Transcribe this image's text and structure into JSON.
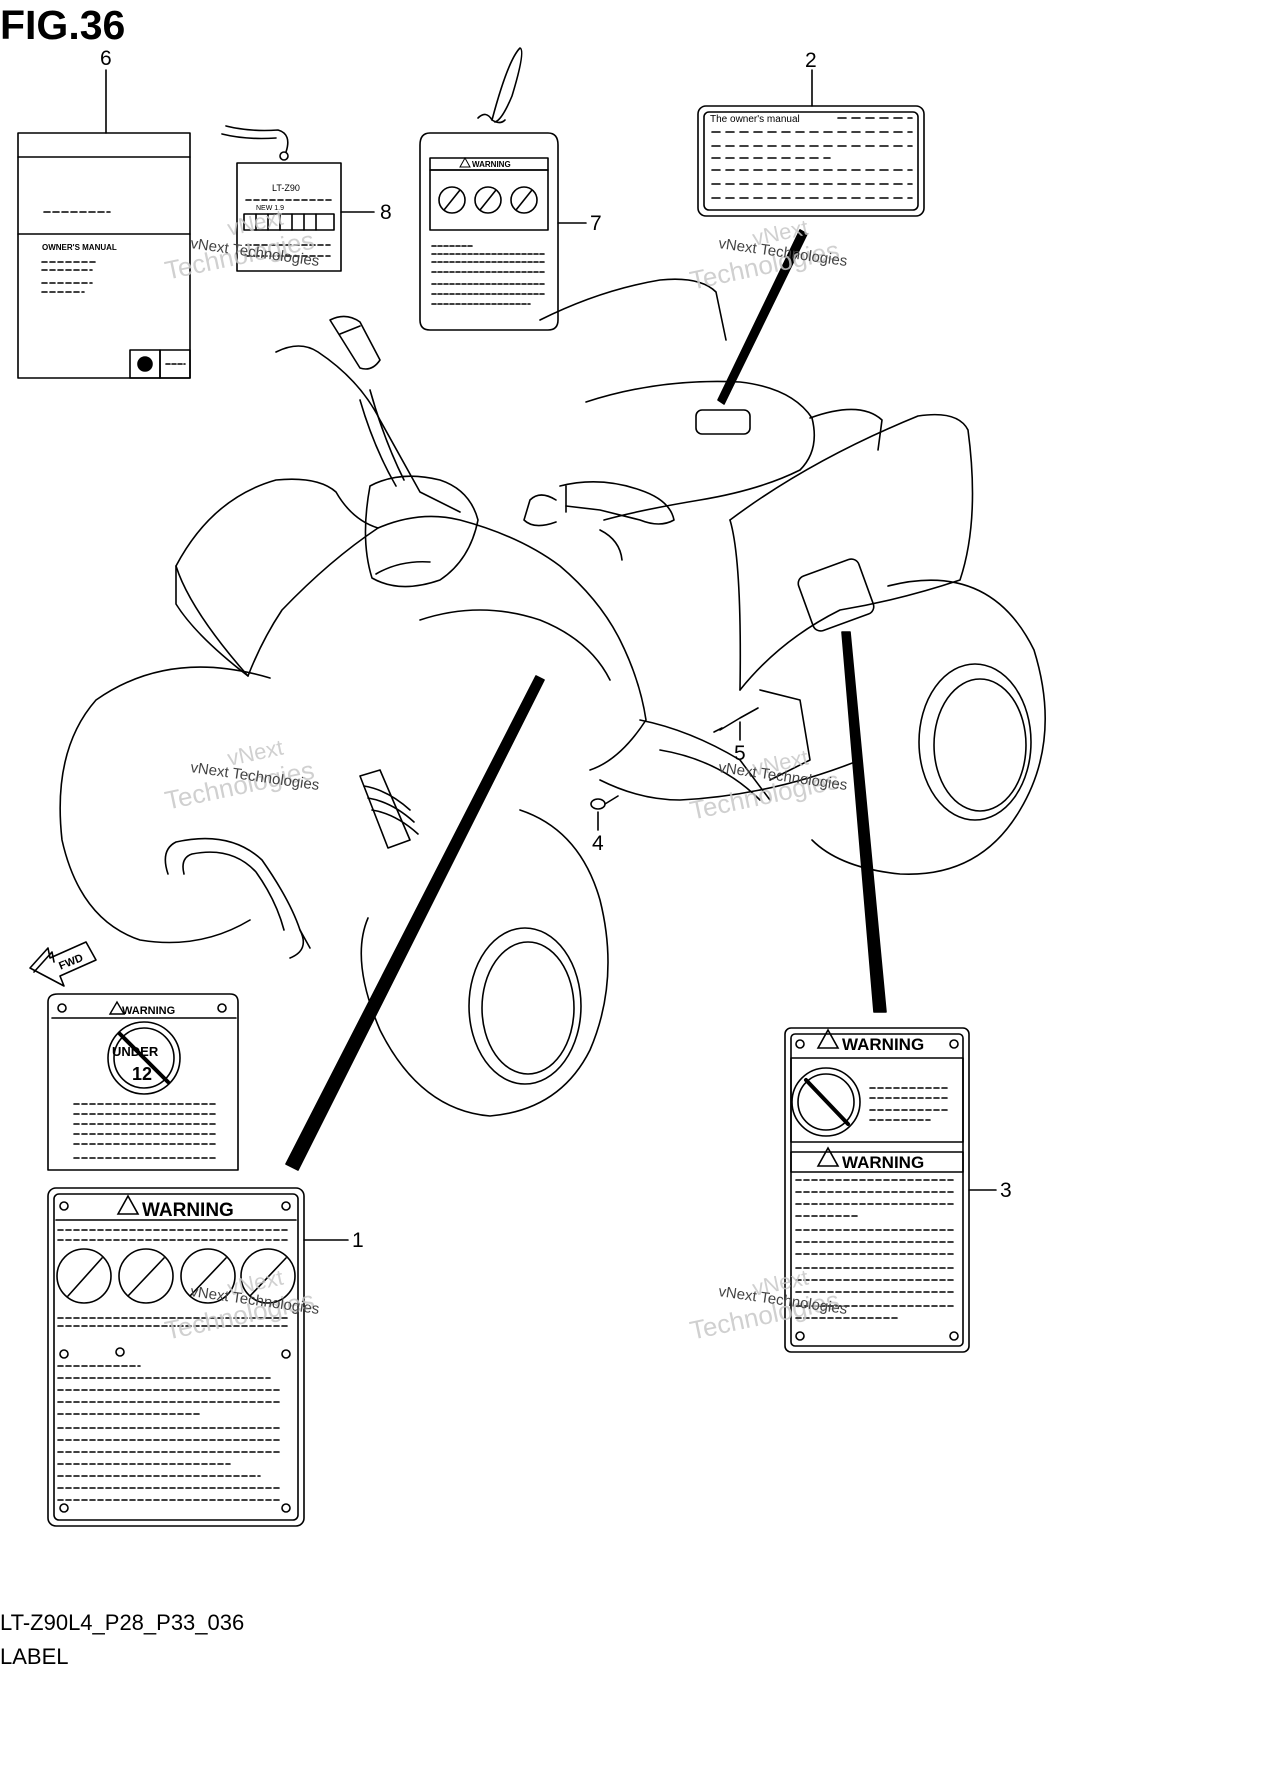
{
  "figure": {
    "title": "FIG.36",
    "code": "LT-Z90L4_P28_P33_036",
    "caption": "LABEL"
  },
  "callouts": [
    {
      "id": "callout-1",
      "number": "1"
    },
    {
      "id": "callout-2",
      "number": "2"
    },
    {
      "id": "callout-3",
      "number": "3"
    },
    {
      "id": "callout-4",
      "number": "4"
    },
    {
      "id": "callout-5",
      "number": "5"
    },
    {
      "id": "callout-6",
      "number": "6"
    },
    {
      "id": "callout-7",
      "number": "7"
    },
    {
      "id": "callout-8",
      "number": "8"
    }
  ],
  "labels": {
    "owners_manual_book": "OWNER'S MANUAL",
    "model_tag_model": "LT-Z90",
    "model_tag_sub": "NEW 1.9",
    "hang_tag_warning": "WARNING",
    "manual_notice": "The owner's manual",
    "under_age_warning": "WARNING",
    "under_age_text": "UNDER",
    "under_age_number": "12",
    "main_warning": "WARNING",
    "side_warning_top": "WARNING",
    "side_warning_bottom": "WARNING"
  },
  "direction_arrow": "FWD",
  "watermark": {
    "line1": "vNext",
    "line2": "Technologies",
    "line3": "vNext Technologies"
  }
}
